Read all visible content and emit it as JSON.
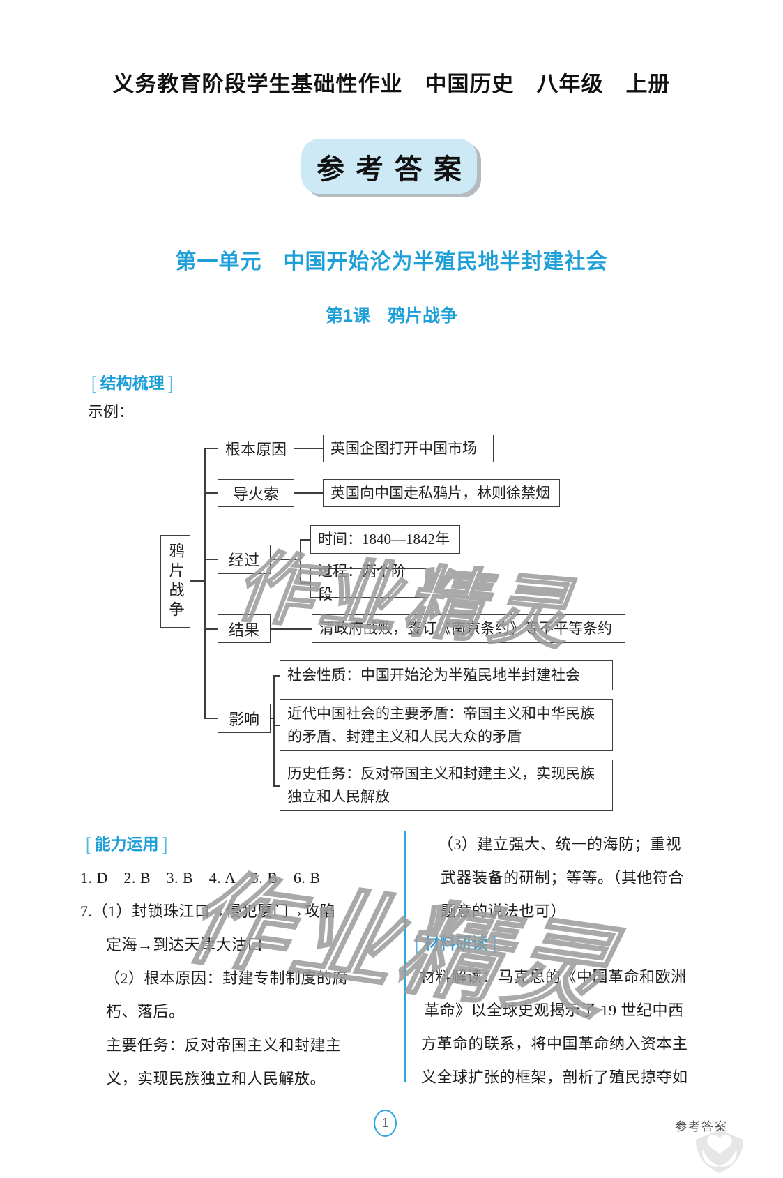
{
  "header": {
    "booklet_title": "义务教育阶段学生基础性作业　中国历史　八年级　上册"
  },
  "title_badge": {
    "text": "参考答案"
  },
  "unit": {
    "title": "第一单元　中国开始沦为半殖民地半封建社会"
  },
  "lesson": {
    "title": "第1课　鸦片战争"
  },
  "sections": {
    "structure": {
      "bracket_open": "[",
      "label": "结构梳理",
      "bracket_close": "]"
    },
    "ability": {
      "bracket_open": "[",
      "label": "能力运用",
      "bracket_close": "]"
    },
    "material": {
      "bracket_open": "[",
      "label": "材料研读",
      "bracket_close": "]"
    }
  },
  "example_label": "示例：",
  "diagram": {
    "root": "鸦片战争",
    "branch1": {
      "label": "根本原因",
      "content": "英国企图打开中国市场"
    },
    "branch2": {
      "label": "导火索",
      "content": "英国向中国走私鸦片，林则徐禁烟"
    },
    "branch3": {
      "label": "经过",
      "time": "时间：1840—1842年",
      "process": "过程：两个阶段"
    },
    "branch4": {
      "label": "结果",
      "content": "清政府战败，签订《南京条约》等不平等条约"
    },
    "branch5": {
      "label": "影响",
      "content1": "社会性质：中国开始沦为半殖民地半封建社会",
      "content2": "近代中国社会的主要矛盾：帝国主义和中华民族的矛盾、封建主义和人民大众的矛盾",
      "content3": "历史任务：反对帝国主义和封建主义，实现民族独立和人民解放"
    }
  },
  "ability_answers": {
    "line1": "1. D　2. B　3. B　4. A　5. B　6. B",
    "line2": "7.（1）封锁珠江口→侵犯厦门→攻陷",
    "line3": "定海→到达天津大沽口",
    "line4": "（2）根本原因：封建专制制度的腐",
    "line5": "朽、落后。",
    "line6": "主要任务：反对帝国主义和封建主",
    "line7": "义，实现民族独立和人民解放。"
  },
  "right_column": {
    "line1": "（3）建立强大、统一的海防；重视",
    "line2": "武器装备的研制；等等。（其他符合",
    "line3": "题意的说法也可）",
    "line4": "材料解读：马克思的《中国革命和欧洲",
    "line5": "革命》以全球史观揭示了 19 世纪中西",
    "line6": "方革命的联系，将中国革命纳入资本主",
    "line7": "义全球扩张的框架，剖析了殖民掠夺如"
  },
  "watermark": {
    "text": "作业精灵"
  },
  "footer": {
    "page_number": "1",
    "label": "参考答案"
  },
  "colors": {
    "accent_blue": "#1e9fd8",
    "badge_fill": "#cde9f6",
    "badge_shadow": "#b4babd",
    "divider_blue": "#2ba6de",
    "watermark_gray": "#9b9b9b"
  }
}
